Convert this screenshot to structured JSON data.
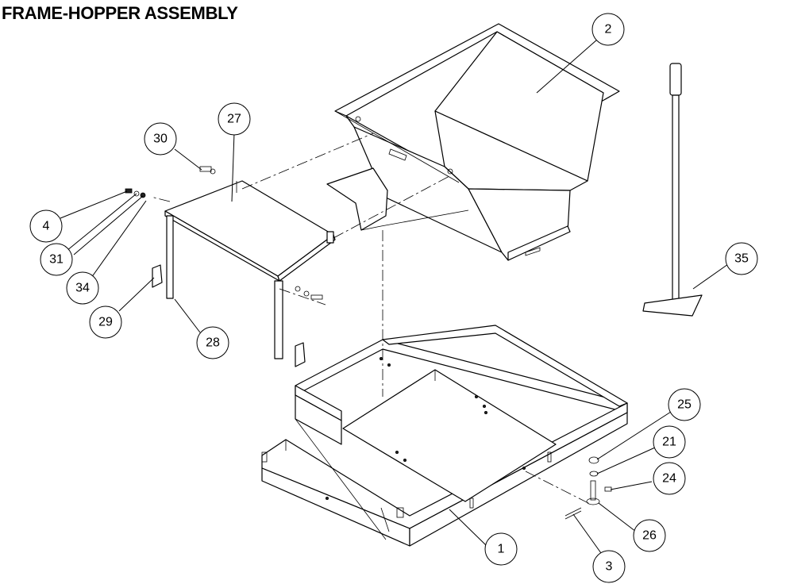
{
  "title": "FRAME-HOPPER ASSEMBLY",
  "callouts": [
    {
      "id": "c1",
      "label": "1"
    },
    {
      "id": "c2",
      "label": "2"
    },
    {
      "id": "c3",
      "label": "3"
    },
    {
      "id": "c4",
      "label": "4"
    },
    {
      "id": "c21",
      "label": "21"
    },
    {
      "id": "c24",
      "label": "24"
    },
    {
      "id": "c25",
      "label": "25"
    },
    {
      "id": "c26",
      "label": "26"
    },
    {
      "id": "c27",
      "label": "27"
    },
    {
      "id": "c28",
      "label": "28"
    },
    {
      "id": "c29",
      "label": "29"
    },
    {
      "id": "c30",
      "label": "30"
    },
    {
      "id": "c31",
      "label": "31"
    },
    {
      "id": "c34",
      "label": "34"
    },
    {
      "id": "c35",
      "label": "35"
    }
  ]
}
